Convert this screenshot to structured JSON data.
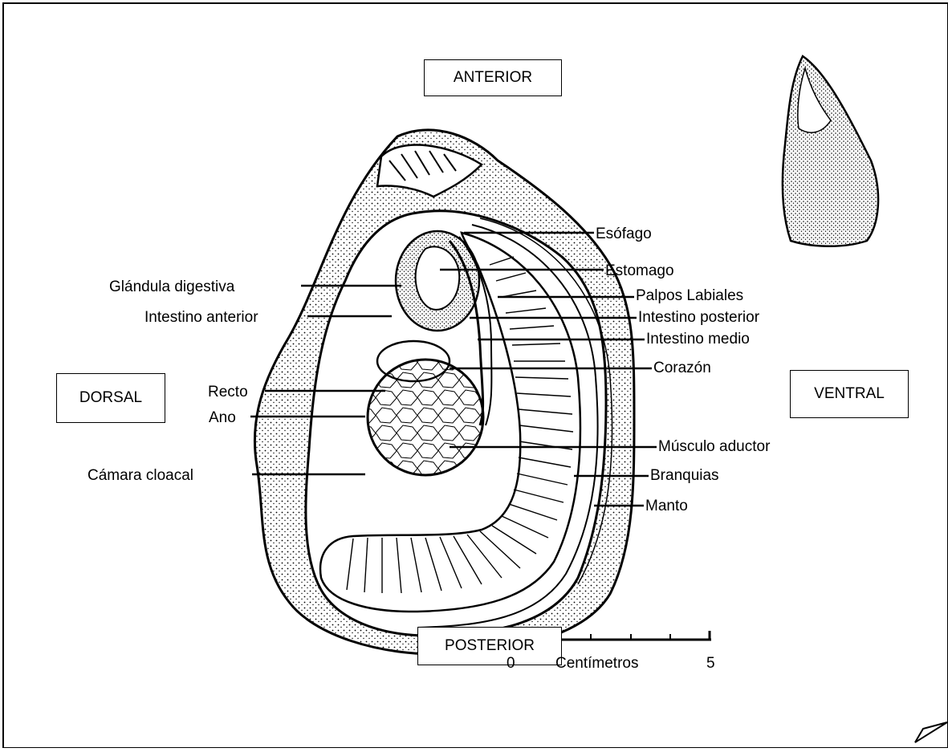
{
  "orientation": {
    "anterior": "ANTERIOR",
    "posterior": "POSTERIOR",
    "dorsal": "DORSAL",
    "ventral": "VENTRAL"
  },
  "labels_left": {
    "glandula": "Glándula digestiva",
    "int_anterior": "Intestino anterior",
    "recto": "Recto",
    "ano": "Ano",
    "camara": "Cámara cloacal"
  },
  "labels_right": {
    "esofago": "Esófago",
    "estomago": "Estomago",
    "palpos": "Palpos Labiales",
    "int_posterior": "Intestino posterior",
    "int_medio": "Intestino medio",
    "corazon": "Corazón",
    "musculo": "Músculo aductor",
    "branquias": "Branquias",
    "manto": "Manto"
  },
  "scale": {
    "start": "0",
    "unit": "Centímetros",
    "end": "5"
  }
}
